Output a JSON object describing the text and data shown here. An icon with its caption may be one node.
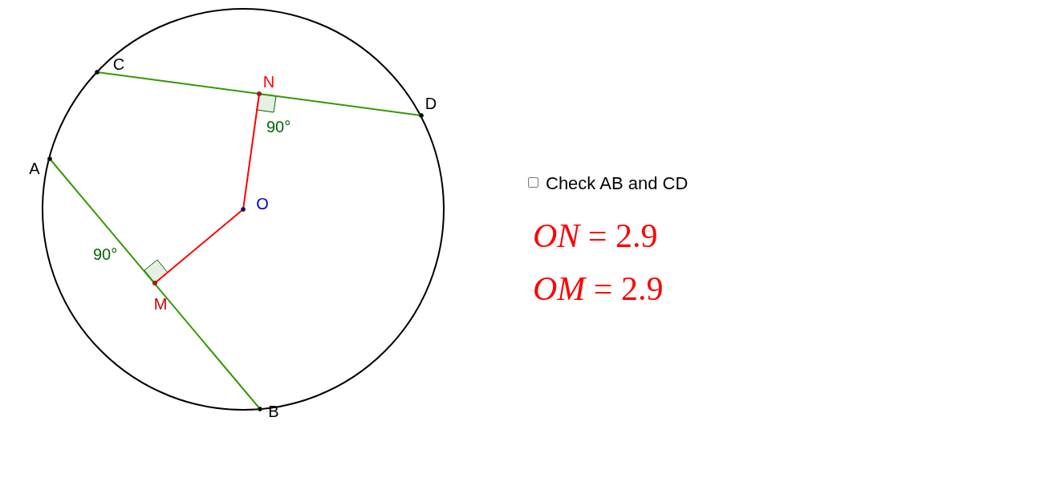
{
  "diagram": {
    "nodes": [
      {
        "text": [
          "C"
        ]
      },
      {
        "text": [
          "N"
        ]
      },
      {
        "text": [
          "D"
        ]
      },
      {
        "text": [
          "A"
        ]
      },
      {
        "text": [
          "O"
        ]
      },
      {
        "text": [
          "M"
        ]
      },
      {
        "text": [
          "B"
        ]
      }
    ],
    "edges": [
      {
        "from": 0,
        "to": 2,
        "arrow": "none",
        "color": "#339900"
      },
      {
        "from": 3,
        "to": 6,
        "arrow": "none",
        "color": "#339900"
      },
      {
        "from": 4,
        "to": 1,
        "arrow": "none",
        "color": "#ff0000"
      },
      {
        "from": 4,
        "to": 5,
        "arrow": "none",
        "color": "#ff0000"
      }
    ],
    "labels": [
      "90°",
      "Check AB and CD",
      "*ON* = 2.9",
      "90°",
      "*OM* = 2.9"
    ]
  }
}
